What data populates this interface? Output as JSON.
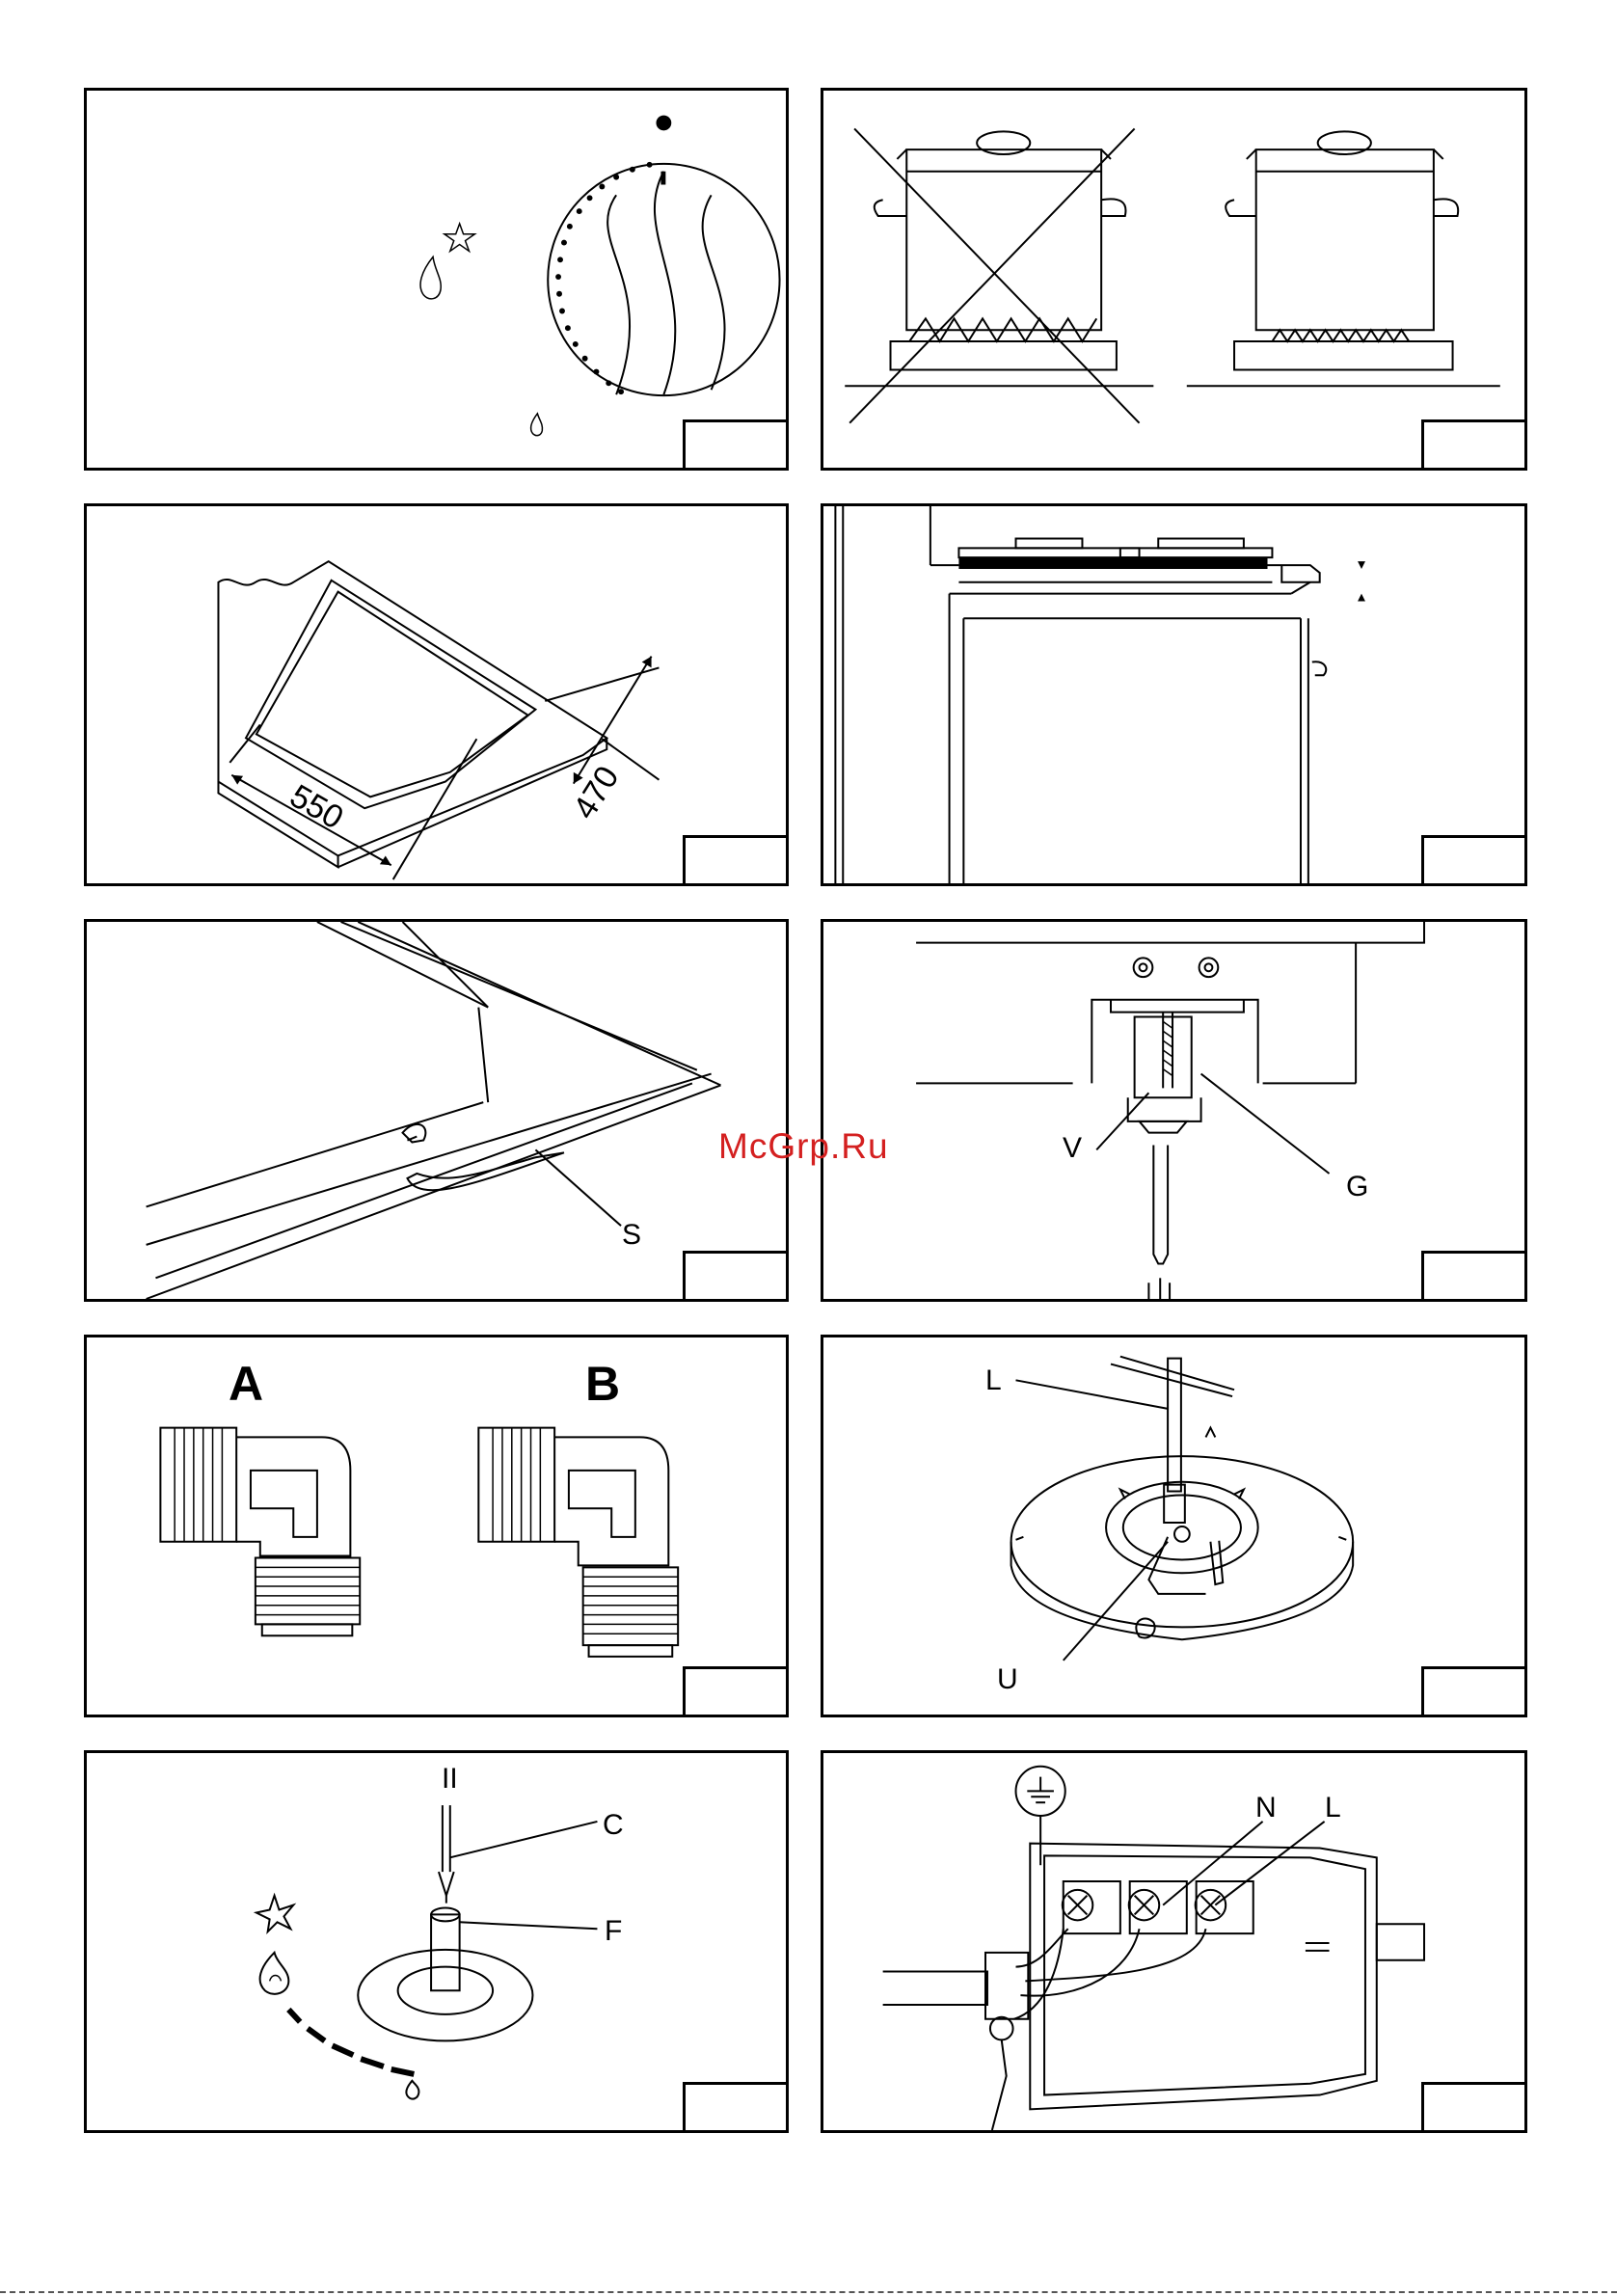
{
  "watermark": "McGrp.Ru",
  "panel3": {
    "dim_width": "550",
    "dim_depth": "470"
  },
  "panel5": {
    "label_s": "S"
  },
  "panel6": {
    "label_v": "V",
    "label_g": "G"
  },
  "panel7": {
    "label_a": "A",
    "label_b": "B"
  },
  "panel8": {
    "label_l": "L",
    "label_u": "U"
  },
  "panel9": {
    "label_needle": "II",
    "label_c": "C",
    "label_f": "F"
  },
  "panel10": {
    "label_n": "N",
    "label_l": "L"
  },
  "colors": {
    "line": "#000000",
    "watermark": "#d42020"
  }
}
